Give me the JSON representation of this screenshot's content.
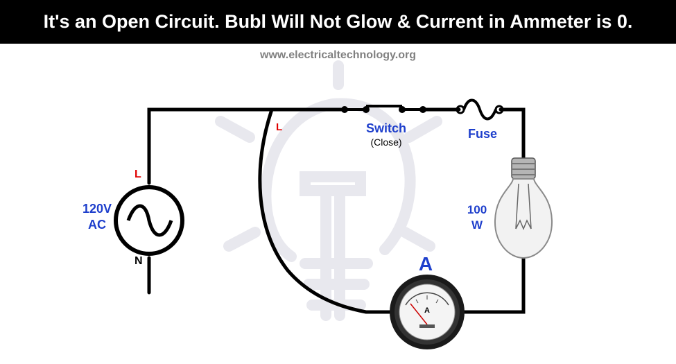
{
  "header": {
    "title": "It's an Open Circuit. Bubl Will Not Glow & Current in Ammeter is 0."
  },
  "website": "www.electricaltechnology.org",
  "source": {
    "live_label": "L",
    "neutral_label": "N",
    "voltage_line1": "120V",
    "voltage_line2": "AC"
  },
  "wire": {
    "live_label": "L"
  },
  "switch": {
    "label": "Switch",
    "state": "(Close)"
  },
  "fuse": {
    "label": "Fuse"
  },
  "bulb": {
    "rating_line1": "100",
    "rating_line2": "W"
  },
  "ammeter": {
    "label": "A",
    "dial_letter": "A"
  },
  "colors": {
    "label_blue": "#1E3FCC",
    "label_red": "#E00000",
    "wire": "#000000",
    "title_bg": "#000000",
    "title_text": "#FFFFFF",
    "watermark": "#E8E8EE"
  }
}
